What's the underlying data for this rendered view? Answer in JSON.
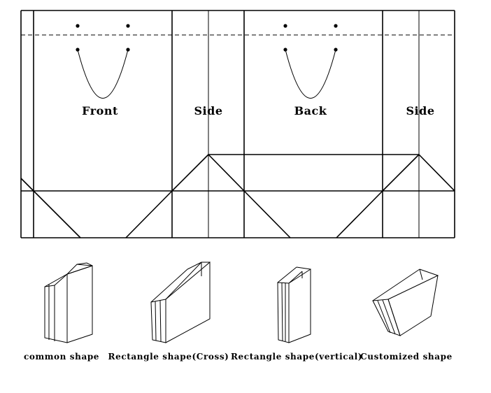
{
  "template": {
    "panels": [
      {
        "label": "Front"
      },
      {
        "label": "Side"
      },
      {
        "label": "Back"
      },
      {
        "label": "Side"
      }
    ]
  },
  "shapes": [
    {
      "label": "common shape",
      "icon": "tall-bag-icon"
    },
    {
      "label": "Rectangle shape(Cross)",
      "icon": "wide-bag-icon"
    },
    {
      "label": "Rectangle shape(vertical)",
      "icon": "vertical-bag-icon"
    },
    {
      "label": "Customized shape",
      "icon": "trapezoid-bag-icon"
    }
  ]
}
